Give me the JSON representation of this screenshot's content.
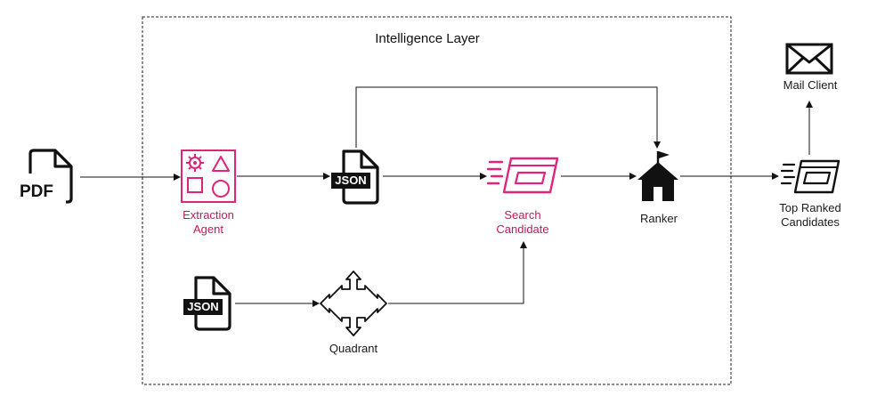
{
  "diagram": {
    "layer_title": "Intelligence Layer",
    "pdf_label": "PDF",
    "extraction_agent": {
      "label_line1": "Extraction",
      "label_line2": "Agent"
    },
    "json_top_label": "JSON",
    "json_bottom_label": "JSON",
    "search_candidate": {
      "label_line1": "Search",
      "label_line2": "Candidate"
    },
    "ranker_label": "Ranker",
    "quadrant_label": "Quadrant",
    "top_ranked": {
      "label_line1": "Top Ranked",
      "label_line2": "Candidates"
    },
    "mail_client_label": "Mail Client"
  },
  "colors": {
    "accent_pink": "#e0247a",
    "line": "#111111"
  },
  "icons": [
    "pdf-file-icon",
    "extraction-agent-icon",
    "json-file-icon",
    "search-candidate-icon",
    "ranker-house-icon",
    "quadrant-icon",
    "top-ranked-icon",
    "mail-icon"
  ]
}
